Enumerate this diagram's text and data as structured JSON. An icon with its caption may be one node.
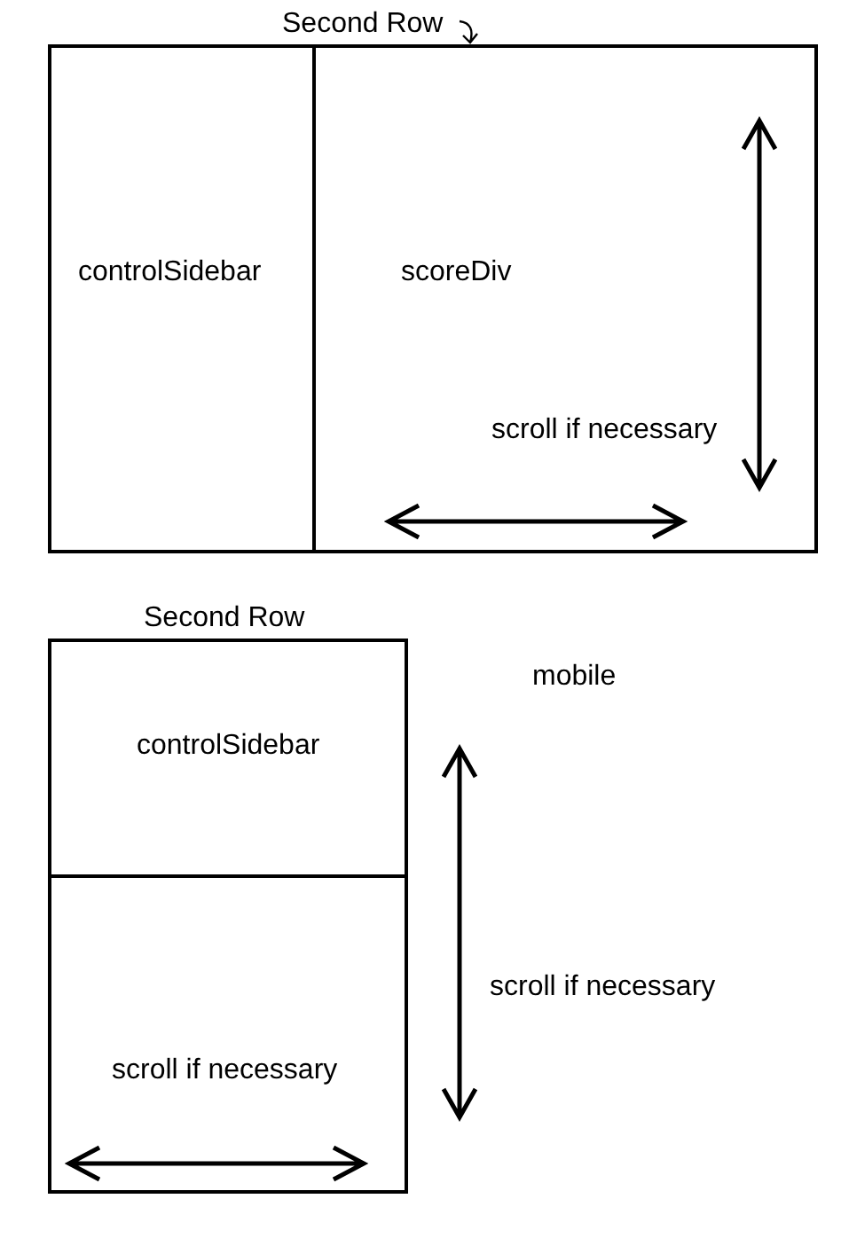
{
  "diagram": {
    "nodes": [
      {
        "text": [
          "Second Row"
        ]
      },
      {
        "text": [
          "controlSidebar"
        ],
        "in": 0
      },
      {
        "text": [
          "scoreDiv",
          "scroll if necessary"
        ],
        "in": 0
      },
      {
        "text": [
          "Second Row"
        ]
      },
      {
        "text": [
          "controlSidebar"
        ],
        "in": 3
      },
      {
        "text": [
          "scroll if necessary"
        ],
        "in": 3
      }
    ],
    "edges": [],
    "labels": [
      "mobile",
      "scroll if necessary"
    ]
  }
}
